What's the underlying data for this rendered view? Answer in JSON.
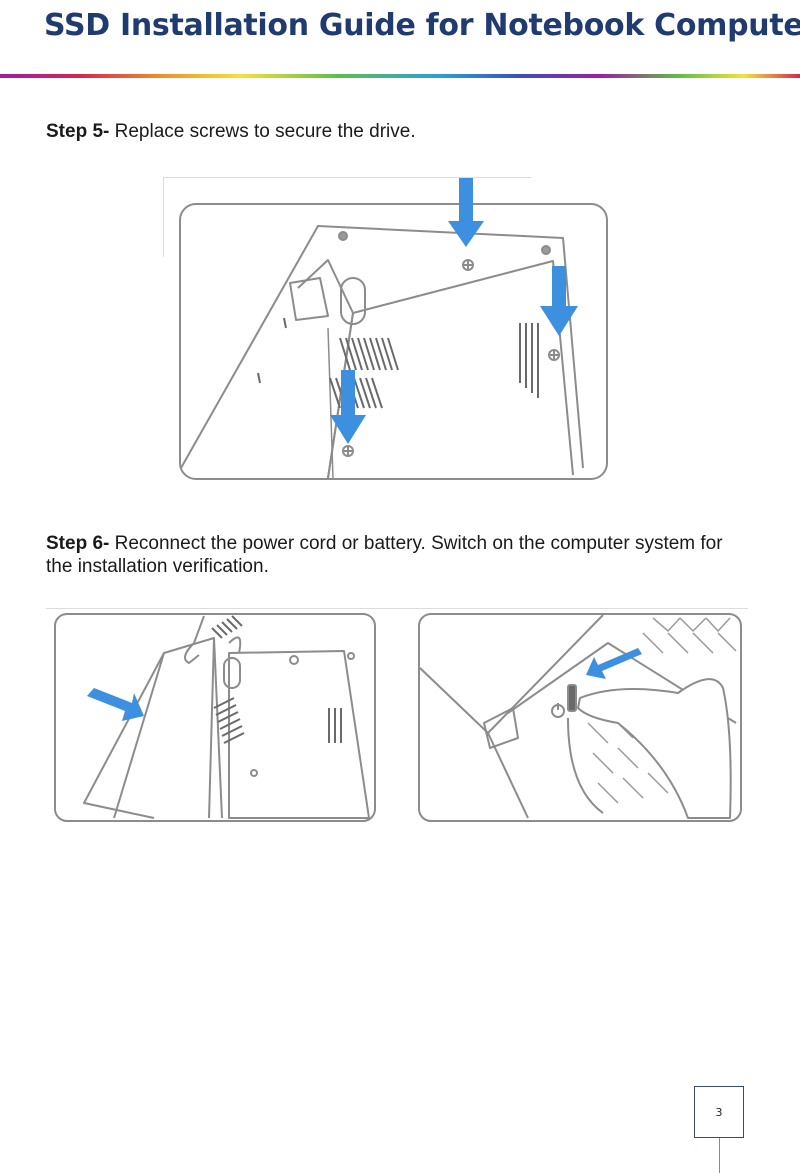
{
  "page": {
    "title": "SSD Installation Guide for Notebook Computers",
    "page_number": "3"
  },
  "steps": [
    {
      "label": "Step 5-",
      "text": " Replace screws to secure the drive."
    },
    {
      "label": "Step 6-",
      "text": " Reconnect the power cord or battery. Switch on the computer system for the installation verification."
    }
  ],
  "figures": {
    "step5": {
      "icon": "laptop-underside-screws-illustration",
      "arrow_color": "#3d8fe0"
    },
    "step6_battery": {
      "icon": "battery-insert-illustration",
      "arrow_color": "#3d8fe0"
    },
    "step6_power": {
      "icon": "power-button-press-illustration",
      "arrow_color": "#3d8fe0"
    }
  },
  "colors": {
    "title": "#1f3b70",
    "arrow": "#3d8fe0",
    "line_art": "#8c8c8c"
  }
}
